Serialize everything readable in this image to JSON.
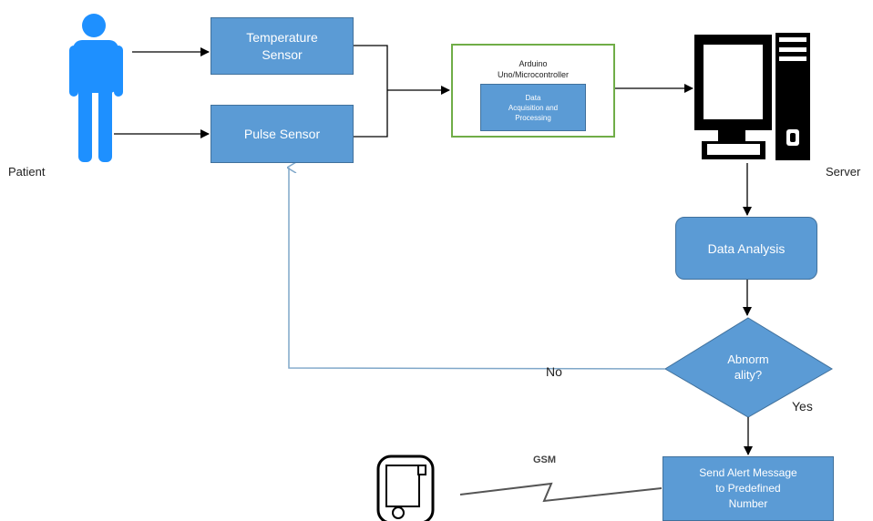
{
  "labels": {
    "patient": "Patient",
    "server": "Server",
    "no": "No",
    "yes": "Yes",
    "gsm": "GSM"
  },
  "nodes": {
    "temperature_sensor": "Temperature\nSensor",
    "pulse_sensor": "Pulse Sensor",
    "arduino": "Arduino\nUno/Microcontroller",
    "data_acquisition": "Data\nAcquisition and\nProcessing",
    "data_analysis": "Data Analysis",
    "abnormality": "Abnorm\nality?",
    "send_alert": "Send Alert Message\nto Predefined\nNumber"
  },
  "colors": {
    "box_fill": "#5b9bd5",
    "box_border": "#41719c",
    "arduino_border": "#70ad47",
    "feedback_line": "#7fa7c9",
    "patient_icon": "#1e90ff"
  },
  "icons": [
    "person-icon",
    "computer-icon",
    "mobile-phone-icon",
    "lightning-signal-icon"
  ]
}
